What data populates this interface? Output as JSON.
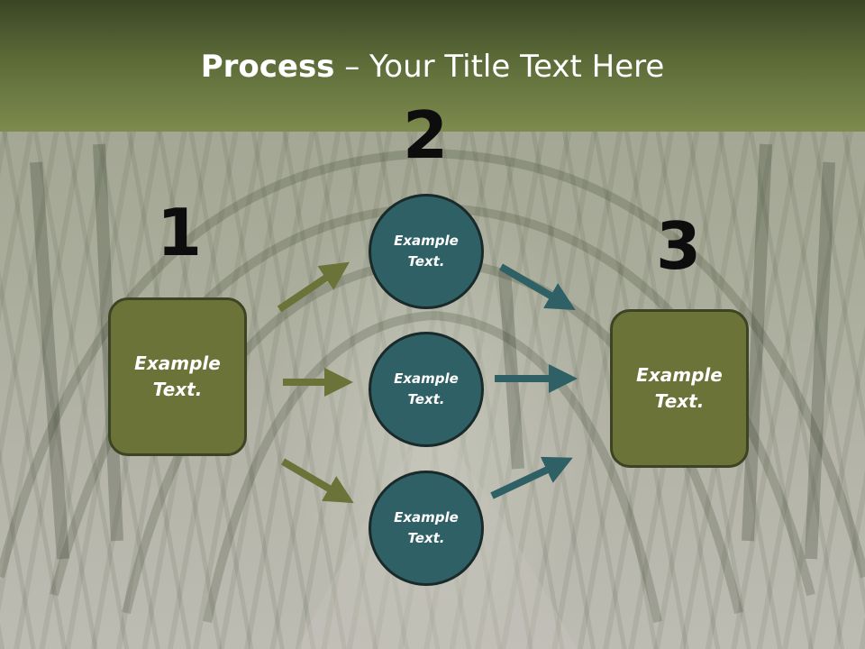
{
  "title": {
    "bold": "Process",
    "rest": " – Your Title Text Here"
  },
  "steps": [
    {
      "number": "1",
      "text_line1": "Example",
      "text_line2": "Text."
    },
    {
      "number": "2"
    },
    {
      "number": "3",
      "text_line1": "Example",
      "text_line2": "Text."
    }
  ],
  "circles": [
    {
      "text_line1": "Example",
      "text_line2": "Text."
    },
    {
      "text_line1": "Example",
      "text_line2": "Text."
    },
    {
      "text_line1": "Example",
      "text_line2": "Text."
    }
  ],
  "colors": {
    "header": "#5c6a38",
    "box_fill": "#6b7339",
    "circle_fill": "#2e6065",
    "arrow_green": "#6b7339",
    "arrow_teal": "#2e6065"
  }
}
